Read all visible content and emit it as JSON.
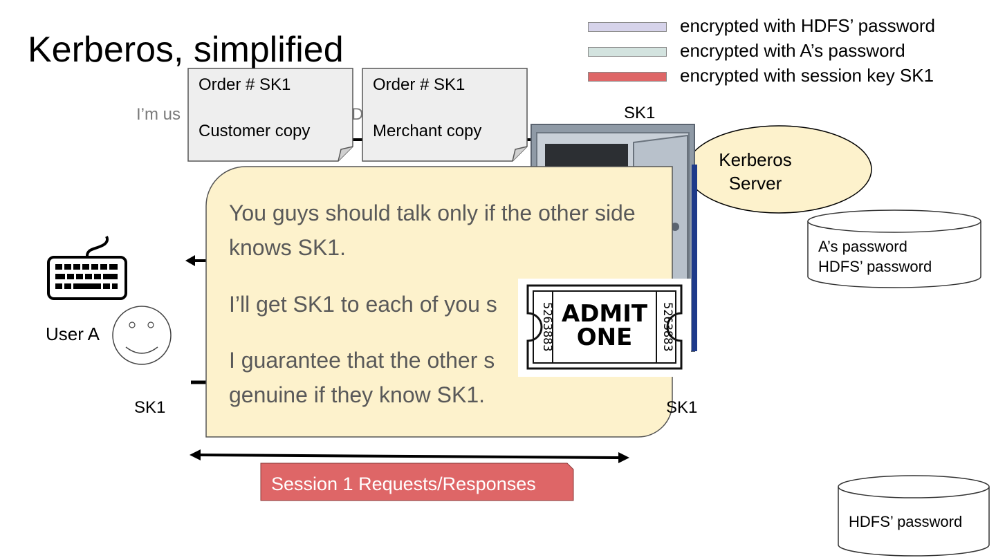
{
  "slide": {
    "title": "Kerberos, simplified",
    "faint_text": "I’m us",
    "faint_text_2": "D"
  },
  "legend": {
    "items": [
      {
        "label": "encrypted with HDFS’ password",
        "color": "#d6d3ea"
      },
      {
        "label": "encrypted with A’s password",
        "color": "#d3e3df"
      },
      {
        "label": "encrypted with session key SK1",
        "color": "#de6667"
      }
    ]
  },
  "kerberos_server": {
    "label_line1": "Kerberos",
    "label_line2": "Server",
    "fill": "#fdf2cc",
    "sk_label": "SK1"
  },
  "databases": {
    "kdc_store": {
      "line1": "A’s password",
      "line2": "HDFS’ password"
    },
    "hdfs_store": {
      "line1": "HDFS’ password"
    }
  },
  "order_notes": [
    {
      "line1": "Order # SK1",
      "line2": "Customer copy"
    },
    {
      "line1": "Order # SK1",
      "line2": "Merchant copy"
    }
  ],
  "callout": {
    "paragraphs": [
      "You guys should talk only if the other side knows SK1.",
      "I’ll get SK1 to each of you s",
      "I guarantee that the other s genuine if they know SK1."
    ],
    "p3_line1": "I guarantee that the other s",
    "p3_line2": "genuine if they know SK1.",
    "fill": "#fdf2cc"
  },
  "ticket": {
    "line1": "ADMIT",
    "line2": "ONE",
    "serial": "5263883"
  },
  "user": {
    "label": "User A",
    "sk_left": "SK1",
    "sk_right": "SK1"
  },
  "session": {
    "label": "Session 1 Requests/Responses",
    "fill": "#de6667"
  },
  "icons": [
    "keyboard-icon",
    "smiley-face-icon",
    "safe-icon",
    "ticket-icon",
    "database-icon"
  ]
}
